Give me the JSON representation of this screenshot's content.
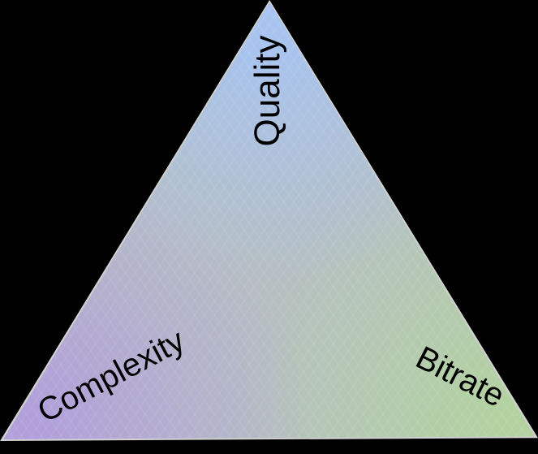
{
  "diagram": {
    "type": "tradeoff-triangle",
    "labels": {
      "top": "Quality",
      "bottom_left": "Complexity",
      "bottom_right": "Bitrate"
    },
    "vertices": [
      {
        "position": "top",
        "label": "Quality",
        "color": "#a7c3ef"
      },
      {
        "position": "bottom-left",
        "label": "Complexity",
        "color": "#b1a0da"
      },
      {
        "position": "bottom-right",
        "label": "Bitrate",
        "color": "#b2d2a0"
      }
    ],
    "colors": {
      "background": "#000000",
      "edge_stroke": "#d2d2d2",
      "center_blend": "#b6bfc2",
      "label_text": "#000000"
    }
  }
}
